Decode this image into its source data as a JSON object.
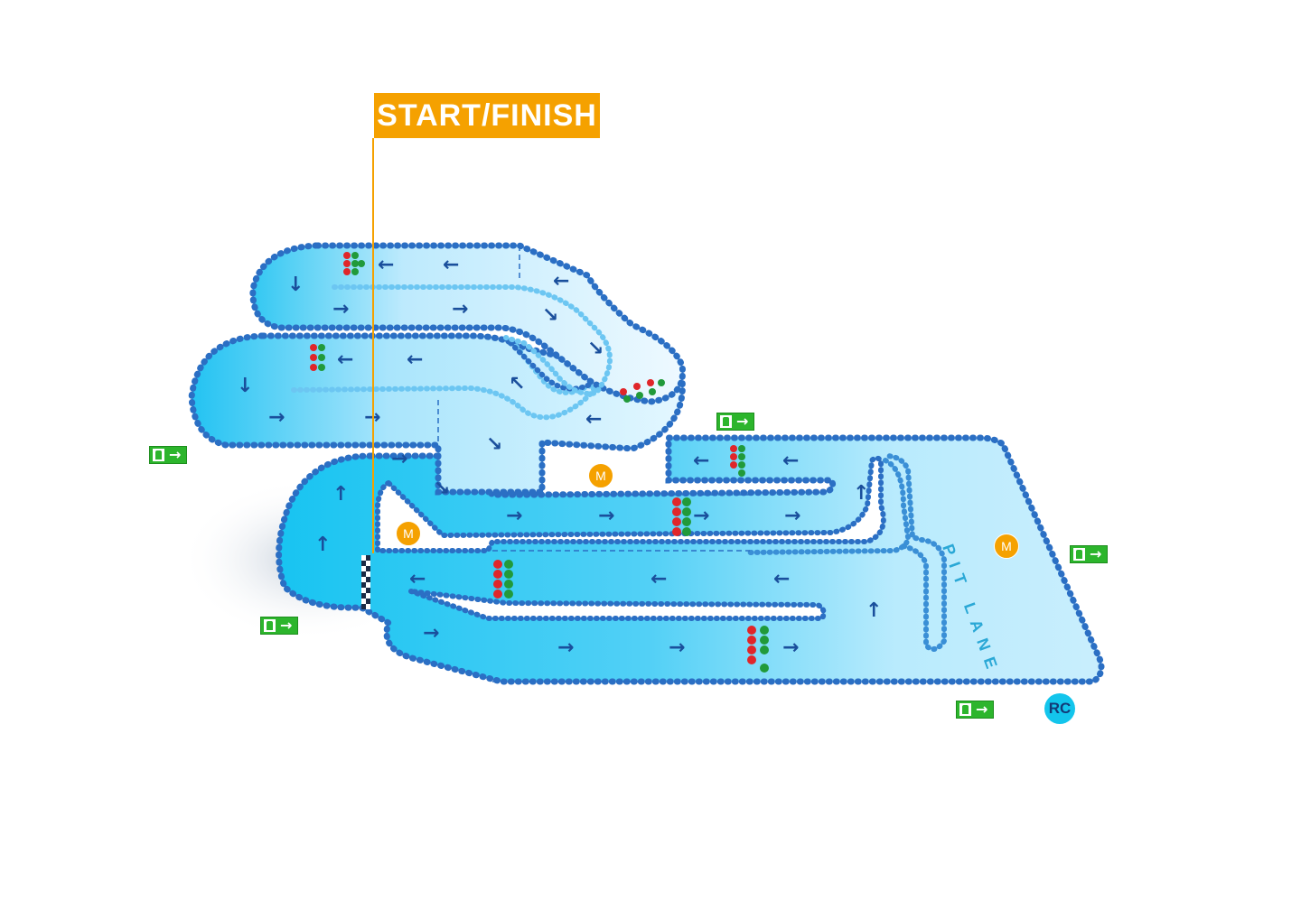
{
  "start_finish": {
    "label": "START/FINISH"
  },
  "pit_lane": {
    "label": "PIT LANE"
  },
  "marshal": {
    "label": "M"
  },
  "race_control": {
    "label": "RC"
  },
  "exit_sign": {
    "arrow": "→",
    "icon": "running-man-exit-icon"
  },
  "legend_colors": {
    "track_light": "#cfefff",
    "track_mid": "#8fe0ff",
    "track_deep": "#1ec8f3",
    "barrier_blue": "#2b6fc4",
    "barrier_light": "#6cc6f2",
    "arrow": "#1a4f9c",
    "start_finish": "#f5a100",
    "exit_green": "#2cb52c",
    "light_red": "#e0262a",
    "light_green": "#219a3a"
  },
  "direction_arrows": [
    "→",
    "←",
    "↑",
    "↓"
  ]
}
